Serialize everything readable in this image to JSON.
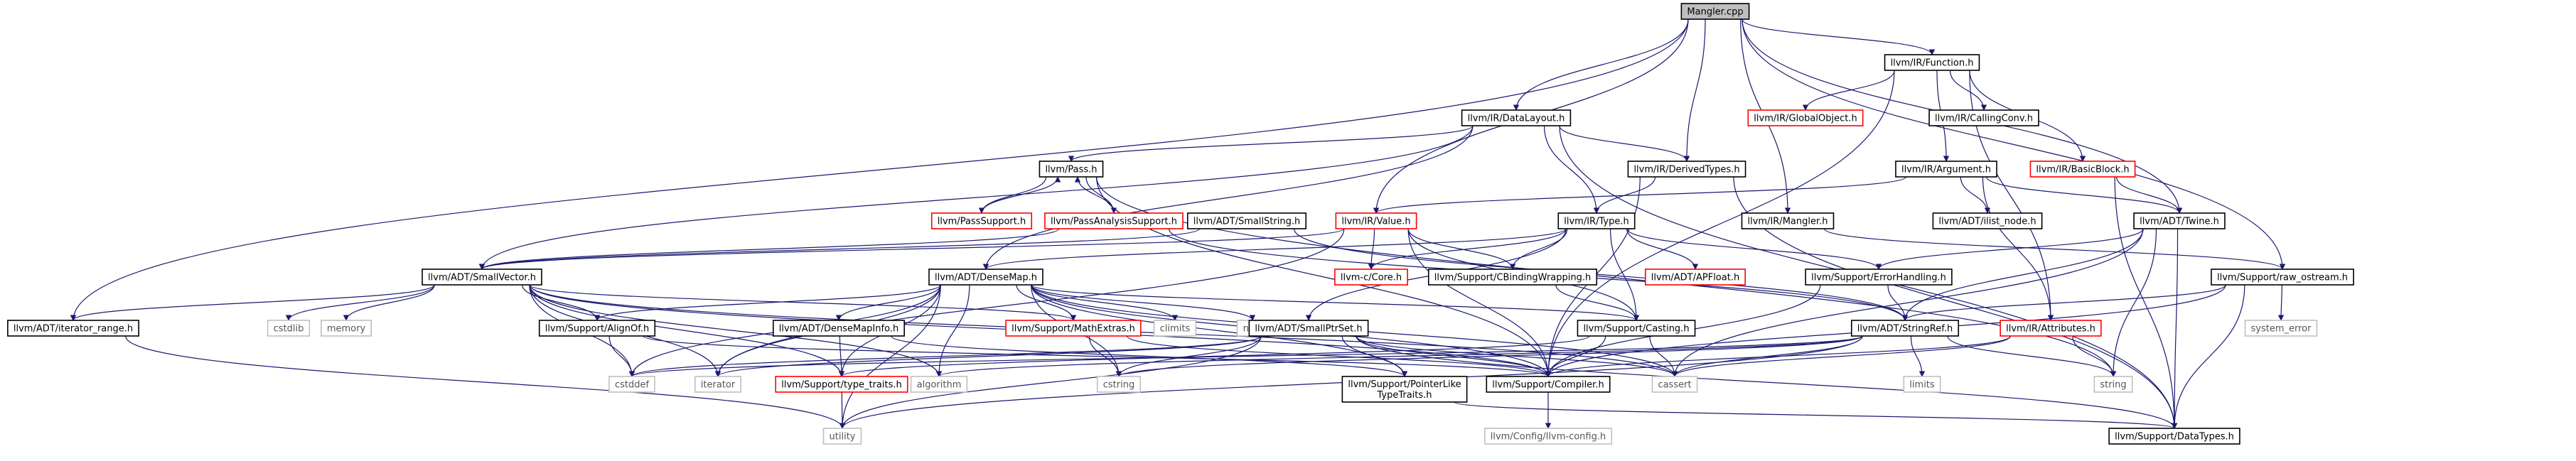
{
  "colors": {
    "edge": "#191970",
    "border_normal": "#000000",
    "border_missing": "#ff0000",
    "border_external": "#bfbfbf",
    "fill_root": "#bfbfbf",
    "fill_normal": "#ffffff",
    "text_normal": "#000000",
    "text_external": "#555555"
  },
  "nodes": [
    {
      "id": "root",
      "label": "Mangler.cpp",
      "kind": "root"
    },
    {
      "id": "fn",
      "label": "llvm/IR/Function.h",
      "kind": "normal"
    },
    {
      "id": "go",
      "label": "llvm/IR/GlobalObject.h",
      "kind": "missing"
    },
    {
      "id": "cc",
      "label": "llvm/IR/CallingConv.h",
      "kind": "normal"
    },
    {
      "id": "dl",
      "label": "llvm/IR/DataLayout.h",
      "kind": "normal"
    },
    {
      "id": "pass",
      "label": "llvm/Pass.h",
      "kind": "normal"
    },
    {
      "id": "dt",
      "label": "llvm/IR/DerivedTypes.h",
      "kind": "normal"
    },
    {
      "id": "arg",
      "label": "llvm/IR/Argument.h",
      "kind": "normal"
    },
    {
      "id": "bb",
      "label": "llvm/IR/BasicBlock.h",
      "kind": "missing"
    },
    {
      "id": "ps",
      "label": "llvm/PassSupport.h",
      "kind": "missing"
    },
    {
      "id": "pas",
      "label": "llvm/PassAnalysisSupport.h",
      "kind": "missing"
    },
    {
      "id": "ss",
      "label": "llvm/ADT/SmallString.h",
      "kind": "normal"
    },
    {
      "id": "val",
      "label": "llvm/IR/Value.h",
      "kind": "missing"
    },
    {
      "id": "type",
      "label": "llvm/IR/Type.h",
      "kind": "normal"
    },
    {
      "id": "mang",
      "label": "llvm/IR/Mangler.h",
      "kind": "normal"
    },
    {
      "id": "iln",
      "label": "llvm/ADT/ilist_node.h",
      "kind": "normal"
    },
    {
      "id": "twine",
      "label": "llvm/ADT/Twine.h",
      "kind": "normal"
    },
    {
      "id": "sv",
      "label": "llvm/ADT/SmallVector.h",
      "kind": "normal"
    },
    {
      "id": "dm",
      "label": "llvm/ADT/DenseMap.h",
      "kind": "normal"
    },
    {
      "id": "ccore",
      "label": "llvm-c/Core.h",
      "kind": "missing"
    },
    {
      "id": "cbw",
      "label": "llvm/Support/CBindingWrapping.h",
      "kind": "normal"
    },
    {
      "id": "apf",
      "label": "llvm/ADT/APFloat.h",
      "kind": "missing"
    },
    {
      "id": "eh",
      "label": "llvm/Support/ErrorHandling.h",
      "kind": "normal"
    },
    {
      "id": "ros",
      "label": "llvm/Support/raw_ostream.h",
      "kind": "normal"
    },
    {
      "id": "ir",
      "label": "llvm/ADT/iterator_range.h",
      "kind": "normal"
    },
    {
      "id": "cstdlib",
      "label": "cstdlib",
      "kind": "external"
    },
    {
      "id": "memory",
      "label": "memory",
      "kind": "external"
    },
    {
      "id": "ao",
      "label": "llvm/Support/AlignOf.h",
      "kind": "normal"
    },
    {
      "id": "me",
      "label": "llvm/Support/MathExtras.h",
      "kind": "missing"
    },
    {
      "id": "climits",
      "label": "climits",
      "kind": "external"
    },
    {
      "id": "new",
      "label": "new",
      "kind": "external"
    },
    {
      "id": "dmi",
      "label": "llvm/ADT/DenseMapInfo.h",
      "kind": "normal"
    },
    {
      "id": "sps",
      "label": "llvm/ADT/SmallPtrSet.h",
      "kind": "normal"
    },
    {
      "id": "casting",
      "label": "llvm/Support/Casting.h",
      "kind": "normal"
    },
    {
      "id": "sref",
      "label": "llvm/ADT/StringRef.h",
      "kind": "normal"
    },
    {
      "id": "attr",
      "label": "llvm/IR/Attributes.h",
      "kind": "missing"
    },
    {
      "id": "syserr",
      "label": "system_error",
      "kind": "external"
    },
    {
      "id": "cstddef",
      "label": "cstddef",
      "kind": "external"
    },
    {
      "id": "iterator",
      "label": "iterator",
      "kind": "external"
    },
    {
      "id": "tt",
      "label": "llvm/Support/type_traits.h",
      "kind": "missing"
    },
    {
      "id": "algorithm",
      "label": "algorithm",
      "kind": "external"
    },
    {
      "id": "cstring",
      "label": "cstring",
      "kind": "external"
    },
    {
      "id": "plt",
      "label": "llvm/Support/PointerLike\nTypeTraits.h",
      "kind": "normal"
    },
    {
      "id": "compiler",
      "label": "llvm/Support/Compiler.h",
      "kind": "normal"
    },
    {
      "id": "cassert",
      "label": "cassert",
      "kind": "external"
    },
    {
      "id": "limits",
      "label": "limits",
      "kind": "external"
    },
    {
      "id": "string",
      "label": "string",
      "kind": "external"
    },
    {
      "id": "utility",
      "label": "utility",
      "kind": "external"
    },
    {
      "id": "llvmconfig",
      "label": "llvm/Config/llvm-config.h",
      "kind": "external"
    },
    {
      "id": "datatypes",
      "label": "llvm/Support/DataTypes.h",
      "kind": "normal"
    }
  ],
  "edges": [
    [
      "root",
      "fn"
    ],
    [
      "root",
      "dl"
    ],
    [
      "root",
      "dt"
    ],
    [
      "root",
      "mang"
    ],
    [
      "root",
      "twine"
    ],
    [
      "root",
      "ros"
    ],
    [
      "root",
      "val"
    ],
    [
      "root",
      "ir"
    ],
    [
      "fn",
      "go"
    ],
    [
      "fn",
      "cc"
    ],
    [
      "fn",
      "arg"
    ],
    [
      "fn",
      "bb"
    ],
    [
      "fn",
      "compiler"
    ],
    [
      "fn",
      "attr"
    ],
    [
      "dl",
      "pass"
    ],
    [
      "dl",
      "dt"
    ],
    [
      "dl",
      "type"
    ],
    [
      "dl",
      "dm"
    ],
    [
      "dl",
      "sv"
    ],
    [
      "dl",
      "datatypes"
    ],
    [
      "pass",
      "ps"
    ],
    [
      "pass",
      "pas"
    ],
    [
      "pass",
      "string"
    ],
    [
      "pass",
      "compiler"
    ],
    [
      "ps",
      "pass"
    ],
    [
      "pas",
      "pass"
    ],
    [
      "pas",
      "sv"
    ],
    [
      "pas",
      "sref"
    ],
    [
      "dt",
      "type"
    ],
    [
      "dt",
      "compiler"
    ],
    [
      "dt",
      "datatypes"
    ],
    [
      "arg",
      "twine"
    ],
    [
      "arg",
      "iln"
    ],
    [
      "arg",
      "attr"
    ],
    [
      "arg",
      "val"
    ],
    [
      "bb",
      "twine"
    ],
    [
      "bb",
      "datatypes"
    ],
    [
      "ss",
      "sv"
    ],
    [
      "ss",
      "sref"
    ],
    [
      "val",
      "ccore"
    ],
    [
      "val",
      "cbw"
    ],
    [
      "val",
      "sv"
    ],
    [
      "val",
      "casting"
    ],
    [
      "val",
      "compiler"
    ],
    [
      "val",
      "iterator"
    ],
    [
      "type",
      "apf"
    ],
    [
      "type",
      "casting"
    ],
    [
      "type",
      "cbw"
    ],
    [
      "type",
      "ccore"
    ],
    [
      "type",
      "eh"
    ],
    [
      "type",
      "sps"
    ],
    [
      "type",
      "dm"
    ],
    [
      "mang",
      "ros"
    ],
    [
      "twine",
      "sref"
    ],
    [
      "twine",
      "eh"
    ],
    [
      "twine",
      "string"
    ],
    [
      "twine",
      "cassert"
    ],
    [
      "twine",
      "datatypes"
    ],
    [
      "ros",
      "sref"
    ],
    [
      "ros",
      "syserr"
    ],
    [
      "ros",
      "compiler"
    ],
    [
      "ros",
      "datatypes"
    ],
    [
      "sv",
      "ir"
    ],
    [
      "sv",
      "cstdlib"
    ],
    [
      "sv",
      "memory"
    ],
    [
      "sv",
      "ao"
    ],
    [
      "sv",
      "me"
    ],
    [
      "sv",
      "compiler"
    ],
    [
      "sv",
      "tt"
    ],
    [
      "sv",
      "algorithm"
    ],
    [
      "sv",
      "cassert"
    ],
    [
      "sv",
      "cstddef"
    ],
    [
      "sv",
      "iterator"
    ],
    [
      "dm",
      "dmi"
    ],
    [
      "dm",
      "ao"
    ],
    [
      "dm",
      "me"
    ],
    [
      "dm",
      "climits"
    ],
    [
      "dm",
      "new"
    ],
    [
      "dm",
      "compiler"
    ],
    [
      "dm",
      "tt"
    ],
    [
      "dm",
      "algorithm"
    ],
    [
      "dm",
      "cassert"
    ],
    [
      "dm",
      "cstddef"
    ],
    [
      "dm",
      "iterator"
    ],
    [
      "dm",
      "utility"
    ],
    [
      "dm",
      "casting"
    ],
    [
      "dm",
      "plt"
    ],
    [
      "dm",
      "cstring"
    ],
    [
      "cbw",
      "casting"
    ],
    [
      "eh",
      "compiler"
    ],
    [
      "eh",
      "sref"
    ],
    [
      "ir",
      "utility"
    ],
    [
      "ao",
      "compiler"
    ],
    [
      "ao",
      "cstddef"
    ],
    [
      "me",
      "compiler"
    ],
    [
      "me",
      "cstring"
    ],
    [
      "dmi",
      "plt"
    ],
    [
      "dmi",
      "tt"
    ],
    [
      "sps",
      "compiler"
    ],
    [
      "sps",
      "datatypes"
    ],
    [
      "sps",
      "plt"
    ],
    [
      "sps",
      "cstddef"
    ],
    [
      "sps",
      "cstring"
    ],
    [
      "sps",
      "iterator"
    ],
    [
      "sps",
      "utility"
    ],
    [
      "sps",
      "cassert"
    ],
    [
      "casting",
      "compiler"
    ],
    [
      "casting",
      "tt"
    ],
    [
      "casting",
      "cassert"
    ],
    [
      "sref",
      "algorithm"
    ],
    [
      "sref",
      "cassert"
    ],
    [
      "sref",
      "cstddef"
    ],
    [
      "sref",
      "cstring"
    ],
    [
      "sref",
      "limits"
    ],
    [
      "sref",
      "string"
    ],
    [
      "sref",
      "utility"
    ],
    [
      "attr",
      "string"
    ],
    [
      "attr",
      "cassert"
    ],
    [
      "attr",
      "compiler"
    ],
    [
      "tt",
      "utility"
    ],
    [
      "plt",
      "datatypes"
    ],
    [
      "compiler",
      "llvmconfig"
    ]
  ]
}
